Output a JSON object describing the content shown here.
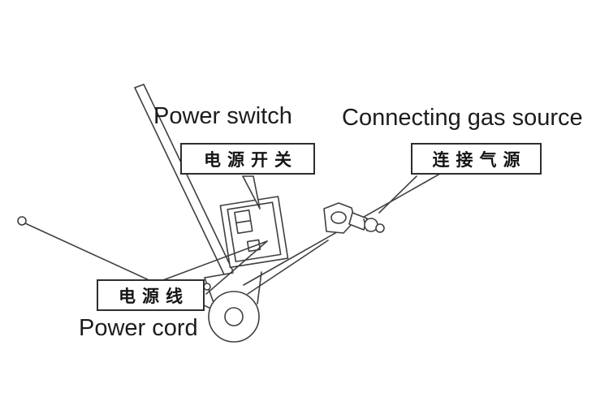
{
  "page": {
    "background": "#ffffff"
  },
  "diagram": {
    "line_color": "#3f3f3f",
    "text_color": "#1c1c1c",
    "callouts": {
      "power_switch": {
        "en": "Power switch",
        "zh": "电源开关"
      },
      "gas_source": {
        "en": "Connecting gas source",
        "zh": "连接气源"
      },
      "power_cord": {
        "en": "Power cord",
        "zh": "电源线"
      }
    }
  }
}
